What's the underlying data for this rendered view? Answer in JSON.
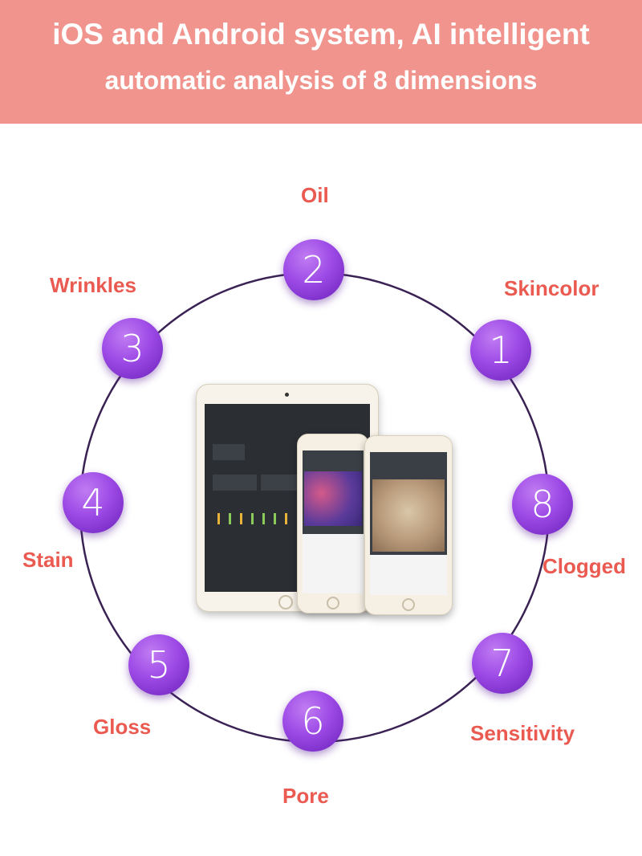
{
  "header": {
    "line1": "iOS and Android system, AI intelligent",
    "line2": "automatic analysis of 8 dimensions"
  },
  "colors": {
    "banner": "#f0948d",
    "label": "#ea5a50",
    "node": "#9d4ae6",
    "ring": "#3a2354"
  },
  "dimensions": [
    {
      "number": "1",
      "label": "Skincolor"
    },
    {
      "number": "2",
      "label": "Oil"
    },
    {
      "number": "3",
      "label": "Wrinkles"
    },
    {
      "number": "4",
      "label": "Stain"
    },
    {
      "number": "5",
      "label": "Gloss"
    },
    {
      "number": "6",
      "label": "Pore"
    },
    {
      "number": "7",
      "label": "Sensitivity"
    },
    {
      "number": "8",
      "label": "Clogged"
    }
  ]
}
